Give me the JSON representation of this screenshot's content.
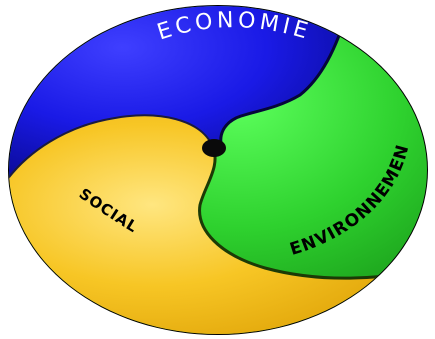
{
  "diagram": {
    "labels": {
      "economie": "ECONOMIE",
      "social": "SOCIAL",
      "environnement": "ENVIRONNEMENT"
    },
    "colors": {
      "economie": "#1a1ae6",
      "social": "#f5c21a",
      "environnement": "#2ed12e",
      "outline": "#000000"
    }
  }
}
